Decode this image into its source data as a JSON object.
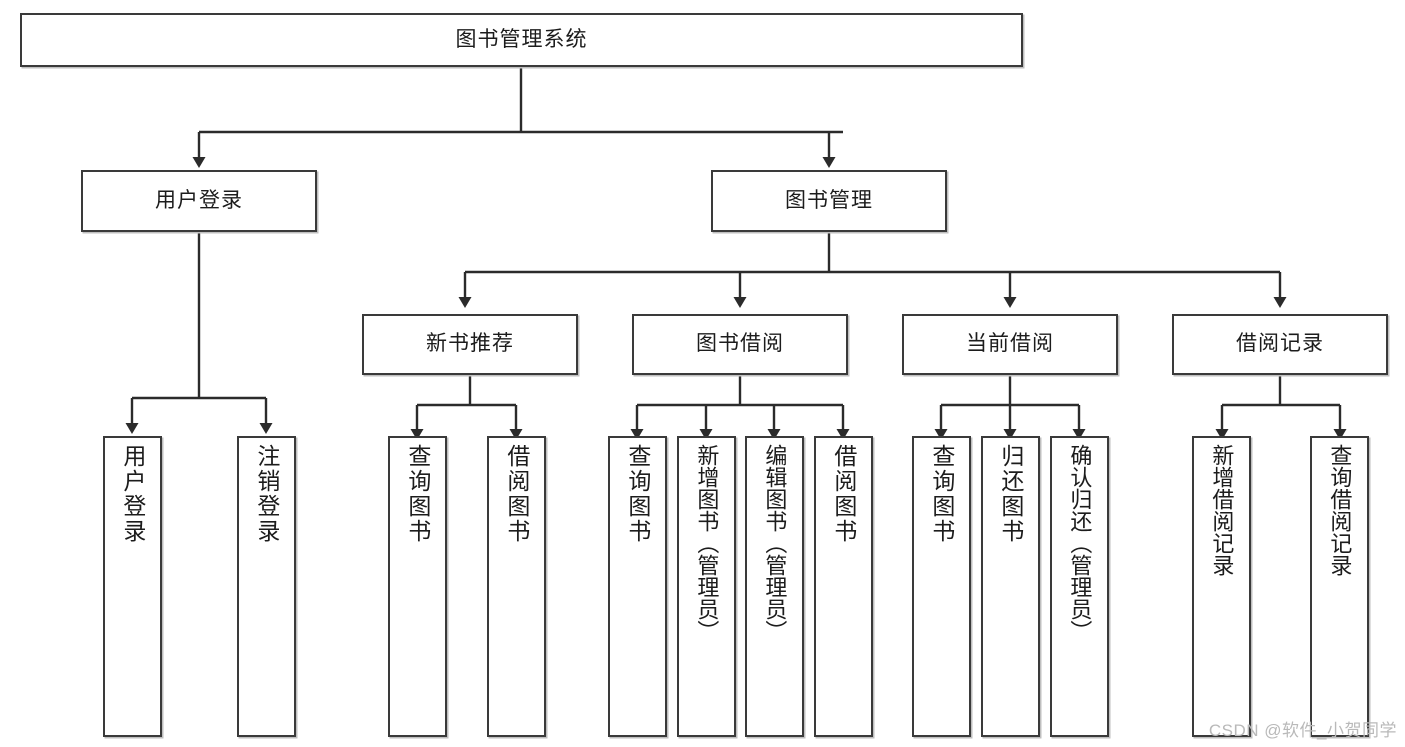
{
  "diagram": {
    "title": "图书管理系统",
    "type": "hierarchy-tree",
    "watermark": "CSDN @软件_小贺同学",
    "colors": {
      "box_border": "#3a3a3a",
      "box_fill": "#ffffff",
      "connector": "#2b2b2b",
      "text": "#1c1c1c",
      "watermark": "#b9b9b9"
    },
    "root": {
      "label": "图书管理系统"
    },
    "level2": [
      {
        "label": "用户登录"
      },
      {
        "label": "图书管理"
      }
    ],
    "level3": [
      {
        "label": "新书推荐"
      },
      {
        "label": "图书借阅"
      },
      {
        "label": "当前借阅"
      },
      {
        "label": "借阅记录"
      }
    ],
    "leaves": {
      "user_login": [
        {
          "label": "用户登录"
        },
        {
          "label": "注销登录"
        }
      ],
      "new_book_recommend": [
        {
          "label": "查询图书"
        },
        {
          "label": "借阅图书"
        }
      ],
      "book_borrow": [
        {
          "label": "查询图书"
        },
        {
          "label": "新增图书（管理员）"
        },
        {
          "label": "编辑图书（管理员）"
        },
        {
          "label": "借阅图书"
        }
      ],
      "current_borrow": [
        {
          "label": "查询图书"
        },
        {
          "label": "归还图书"
        },
        {
          "label": "确认归还（管理员）"
        }
      ],
      "borrow_records": [
        {
          "label": "新增借阅记录"
        },
        {
          "label": "查询借阅记录"
        }
      ]
    }
  },
  "chart_data": {
    "type": "table",
    "title": "图书管理系统",
    "nodes": [
      {
        "id": "root",
        "label": "图书管理系统",
        "level": 1,
        "parent": null
      },
      {
        "id": "n-user-login",
        "label": "用户登录",
        "level": 2,
        "parent": "root"
      },
      {
        "id": "n-book-mgmt",
        "label": "图书管理",
        "level": 2,
        "parent": "root"
      },
      {
        "id": "n-new-book",
        "label": "新书推荐",
        "level": 3,
        "parent": "n-book-mgmt"
      },
      {
        "id": "n-book-borrow",
        "label": "图书借阅",
        "level": 3,
        "parent": "n-book-mgmt"
      },
      {
        "id": "n-current-borrow",
        "label": "当前借阅",
        "level": 3,
        "parent": "n-book-mgmt"
      },
      {
        "id": "n-borrow-record",
        "label": "借阅记录",
        "level": 3,
        "parent": "n-book-mgmt"
      },
      {
        "id": "l1",
        "label": "用户登录",
        "level": 4,
        "parent": "n-user-login"
      },
      {
        "id": "l2",
        "label": "注销登录",
        "level": 4,
        "parent": "n-user-login"
      },
      {
        "id": "l3",
        "label": "查询图书",
        "level": 4,
        "parent": "n-new-book"
      },
      {
        "id": "l4",
        "label": "借阅图书",
        "level": 4,
        "parent": "n-new-book"
      },
      {
        "id": "l5",
        "label": "查询图书",
        "level": 4,
        "parent": "n-book-borrow"
      },
      {
        "id": "l6",
        "label": "新增图书（管理员）",
        "level": 4,
        "parent": "n-book-borrow"
      },
      {
        "id": "l7",
        "label": "编辑图书（管理员）",
        "level": 4,
        "parent": "n-book-borrow"
      },
      {
        "id": "l8",
        "label": "借阅图书",
        "level": 4,
        "parent": "n-book-borrow"
      },
      {
        "id": "l9",
        "label": "查询图书",
        "level": 4,
        "parent": "n-current-borrow"
      },
      {
        "id": "l10",
        "label": "归还图书",
        "level": 4,
        "parent": "n-current-borrow"
      },
      {
        "id": "l11",
        "label": "确认归还（管理员）",
        "level": 4,
        "parent": "n-current-borrow"
      },
      {
        "id": "l12",
        "label": "新增借阅记录",
        "level": 4,
        "parent": "n-borrow-record"
      },
      {
        "id": "l13",
        "label": "查询借阅记录",
        "level": 4,
        "parent": "n-borrow-record"
      }
    ]
  }
}
